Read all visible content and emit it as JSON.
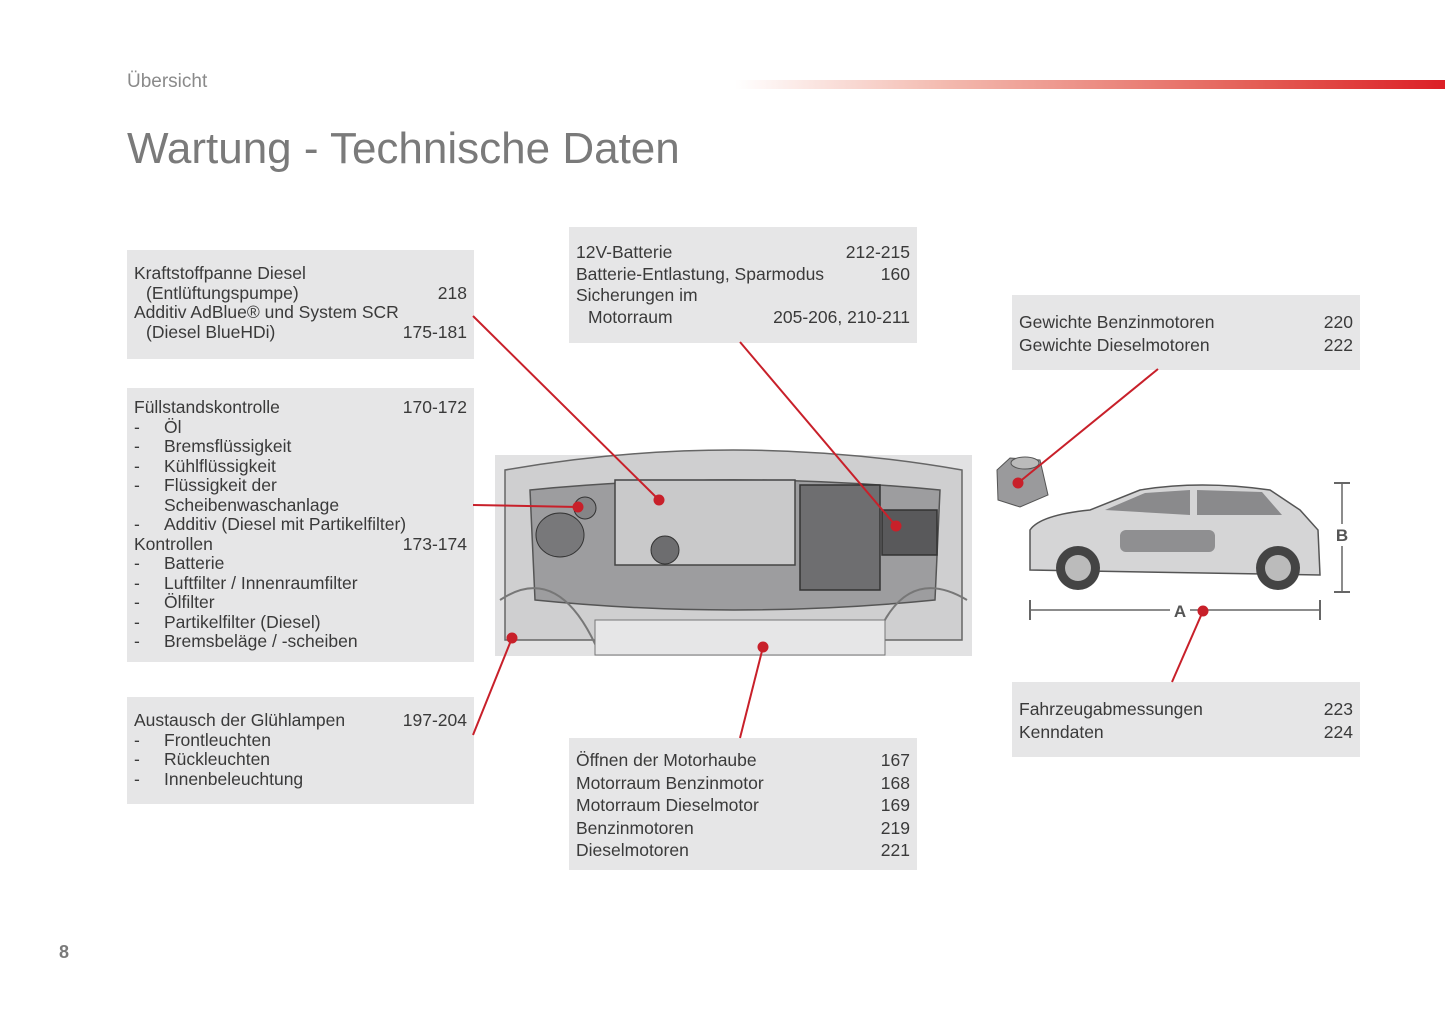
{
  "header": {
    "section": "Übersicht",
    "title": "Wartung - Technische Daten"
  },
  "page_number": "8",
  "accent_color": "#dc1f26",
  "boxes": [
    {
      "id": "fuel",
      "rows": [
        {
          "label": "Kraftstoffpanne Diesel",
          "page": "",
          "style": ""
        },
        {
          "label": "(Entlüftungspumpe)",
          "page": "218",
          "style": "ind"
        },
        {
          "label": "Additiv AdBlue® und System SCR",
          "page": "",
          "style": ""
        },
        {
          "label": "(Diesel BlueHDi)",
          "page": "175-181",
          "style": "ind"
        }
      ]
    },
    {
      "id": "levels",
      "rows": [
        {
          "label": "Füllstandskontrolle",
          "page": "170-172",
          "style": ""
        },
        {
          "label": "Öl",
          "page": "",
          "style": "dash"
        },
        {
          "label": "Bremsflüssigkeit",
          "page": "",
          "style": "dash"
        },
        {
          "label": "Kühlflüssigkeit",
          "page": "",
          "style": "dash"
        },
        {
          "label": "Flüssigkeit der",
          "page": "",
          "style": "dash"
        },
        {
          "label": "Scheibenwaschanlage",
          "page": "",
          "style": "dash2"
        },
        {
          "label": "Additiv (Diesel mit Partikelfilter)",
          "page": "",
          "style": "dash"
        },
        {
          "label": "Kontrollen",
          "page": "173-174",
          "style": ""
        },
        {
          "label": "Batterie",
          "page": "",
          "style": "dash"
        },
        {
          "label": "Luftfilter / Innenraumfilter",
          "page": "",
          "style": "dash"
        },
        {
          "label": "Ölfilter",
          "page": "",
          "style": "dash"
        },
        {
          "label": "Partikelfilter (Diesel)",
          "page": "",
          "style": "dash"
        },
        {
          "label": "Bremsbeläge / -scheiben",
          "page": "",
          "style": "dash"
        }
      ]
    },
    {
      "id": "lamps",
      "rows": [
        {
          "label": "Austausch der Glühlampen",
          "page": "197-204",
          "style": ""
        },
        {
          "label": "Frontleuchten",
          "page": "",
          "style": "dash"
        },
        {
          "label": "Rückleuchten",
          "page": "",
          "style": "dash"
        },
        {
          "label": "Innenbeleuchtung",
          "page": "",
          "style": "dash"
        }
      ]
    },
    {
      "id": "battery",
      "rows": [
        {
          "label": "12V-Batterie",
          "page": "212-215",
          "style": ""
        },
        {
          "label": "Batterie-Entlastung, Sparmodus",
          "page": "160",
          "style": ""
        },
        {
          "label": "Sicherungen im",
          "page": "",
          "style": ""
        },
        {
          "label": "Motorraum",
          "page": "205-206, 210-211",
          "style": "ind"
        }
      ]
    },
    {
      "id": "engine",
      "rows": [
        {
          "label": "Öffnen der Motorhaube",
          "page": "167",
          "style": ""
        },
        {
          "label": "Motorraum Benzinmotor",
          "page": "168",
          "style": ""
        },
        {
          "label": "Motorraum Dieselmotor",
          "page": "169",
          "style": ""
        },
        {
          "label": "Benzinmotoren",
          "page": "219",
          "style": ""
        },
        {
          "label": "Dieselmotoren",
          "page": "221",
          "style": ""
        }
      ]
    },
    {
      "id": "weights",
      "rows": [
        {
          "label": "Gewichte Benzinmotoren",
          "page": "220",
          "style": ""
        },
        {
          "label": "Gewichte Dieselmotoren",
          "page": "222",
          "style": ""
        }
      ]
    },
    {
      "id": "dimensions",
      "rows": [
        {
          "label": "Fahrzeugabmessungen",
          "page": "223",
          "style": ""
        },
        {
          "label": "Kenndaten",
          "page": "224",
          "style": ""
        }
      ]
    }
  ],
  "diagram": {
    "label_a": "A",
    "label_b": "B"
  }
}
